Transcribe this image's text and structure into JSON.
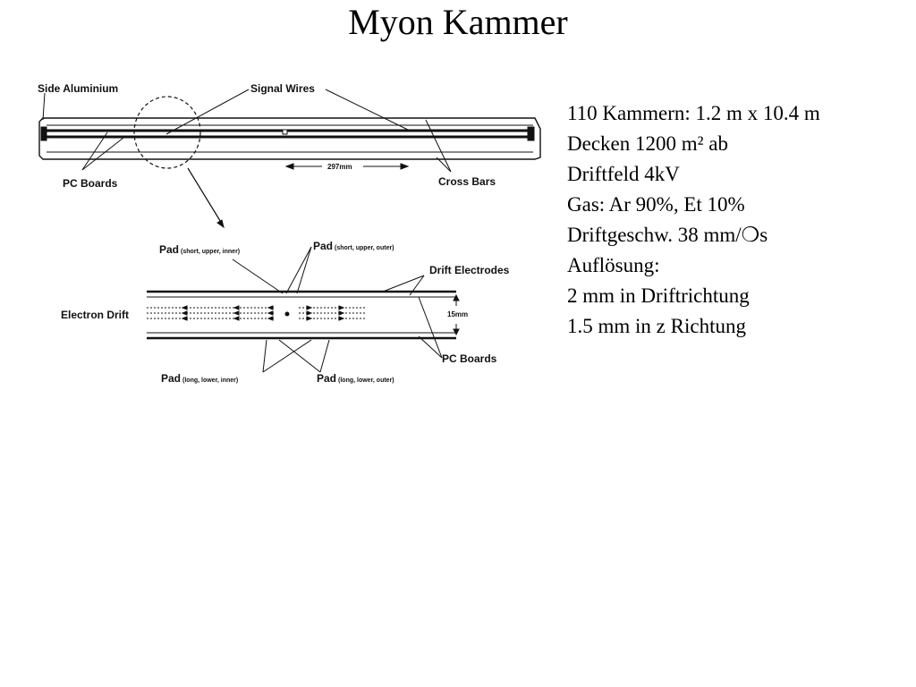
{
  "slide": {
    "title": "Myon Kammer",
    "bullets": [
      "110 Kammern: 1.2 m x 10.4 m",
      "Decken 1200 m² ab",
      "Driftfeld 4kV",
      "Gas: Ar 90%, Et 10%",
      "Driftgeschw. 38 mm/❍s",
      "Auflösung:",
      "2 mm in Driftrichtung",
      "1.5 mm in z Richtung"
    ]
  },
  "diagram": {
    "labels": {
      "side_aluminium": "Side Aluminium",
      "signal_wires": "Signal Wires",
      "pc_boards_top": "PC Boards",
      "cross_bars": "Cross Bars",
      "dimension_297": "297mm",
      "pad": "Pad",
      "pad_short_upper_inner": "(short, upper, inner)",
      "pad_short_upper_outer": "(short, upper, outer)",
      "drift_electrodes": "Drift Electrodes",
      "electron_drift": "Electron Drift",
      "dimension_15": "15mm",
      "pc_boards_bottom": "PC Boards",
      "pad_long_lower_inner": "(long, lower, inner)",
      "pad_long_lower_outer": "(long, lower, outer)"
    }
  }
}
